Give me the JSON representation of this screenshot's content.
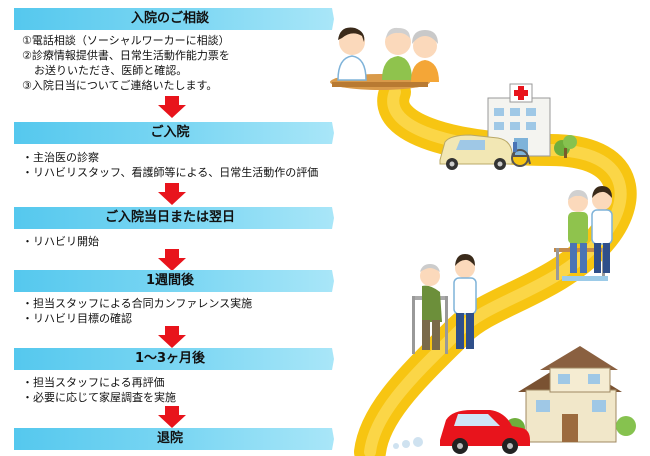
{
  "steps": [
    {
      "title": "入院のご相談",
      "lines": [
        "①電話相談（ソーシャルワーカーに相談）",
        "②診療情報提供書、日常生活動作能力票を",
        "お送りいただき、医師と確認。",
        "③入院日当についてご連絡いたします。"
      ]
    },
    {
      "title": "ご入院",
      "lines": [
        "・主治医の診察",
        "・リハビリスタッフ、看護師等による、日常生活動作の評価"
      ]
    },
    {
      "title": "ご入院当日または翌日",
      "lines": [
        "・リハビリ開始"
      ]
    },
    {
      "title": "1週間後",
      "lines": [
        "・担当スタッフによる合同カンファレンス実施",
        "・リハビリ目標の確認"
      ]
    },
    {
      "title": "1～3ヶ月後",
      "lines": [
        "・担当スタッフによる再評価",
        "・必要に応じて家屋調査を実施"
      ]
    },
    {
      "title": "退院",
      "lines": []
    }
  ],
  "colors": {
    "banner": "#55c8ee",
    "arrow": "#e8141c",
    "road": "#f7c512",
    "cross": "#e8141c"
  },
  "illustrations": [
    "consultation-icon",
    "hospital-icon",
    "wheelchair-van-icon",
    "wheelchair-icon",
    "walking-rehab-icon",
    "walker-rehab-icon",
    "house-icon",
    "car-icon"
  ]
}
